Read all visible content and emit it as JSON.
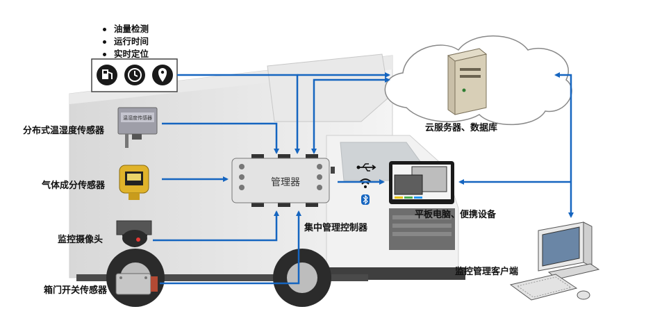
{
  "features": [
    "油量检测",
    "运行时间",
    "实时定位"
  ],
  "labels": {
    "temp_sensor": "分布式温湿度传感器",
    "gas_sensor": "气体成分传感器",
    "camera": "监控摄像头",
    "door_sensor": "箱门开关传感器",
    "controller_inner": "管理器",
    "controller": "集中管理控制器",
    "cloud": "云服务器、数据库",
    "tablet": "平板电脑、便携设备",
    "pc": "监控管理客户端",
    "temp_sensor_plate": "温湿度传感器"
  },
  "icons": {
    "fuel": "fuel-pump-icon",
    "clock": "clock-icon",
    "location": "location-pin-icon",
    "usb": "usb-icon",
    "wifi": "wifi-icon",
    "bluetooth": "bluetooth-icon"
  },
  "colors": {
    "arrow": "#1565c0"
  }
}
